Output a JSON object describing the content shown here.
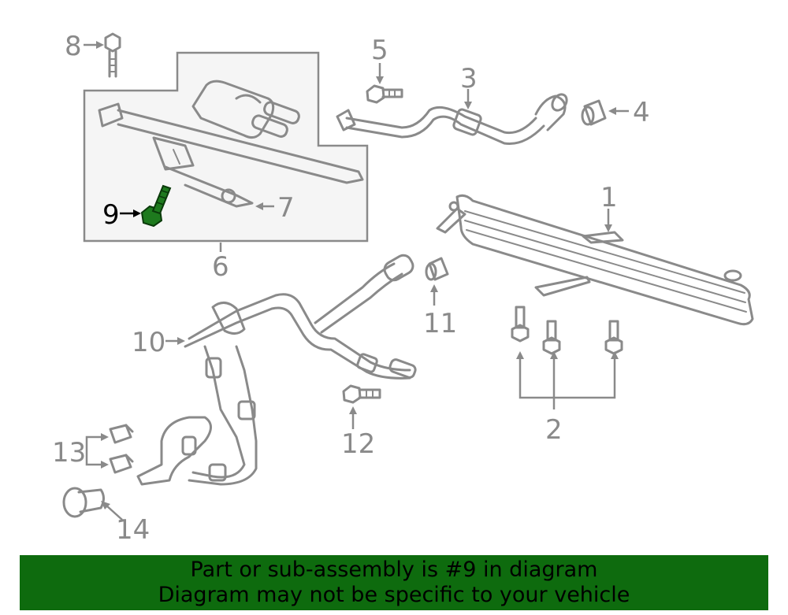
{
  "callouts": [
    "1",
    "2",
    "3",
    "4",
    "5",
    "6",
    "7",
    "8",
    "9",
    "10",
    "11",
    "12",
    "13",
    "14"
  ],
  "highlighted_part": "9",
  "colors": {
    "banner": "#0e6b0e",
    "highlight_part": "#1e7a1e",
    "line": "#8a8a8a",
    "panel": "#f5f5f5"
  },
  "banner": {
    "line1": "Part or sub-assembly is #9 in diagram",
    "line2": "Diagram may not be specific to your vehicle"
  }
}
